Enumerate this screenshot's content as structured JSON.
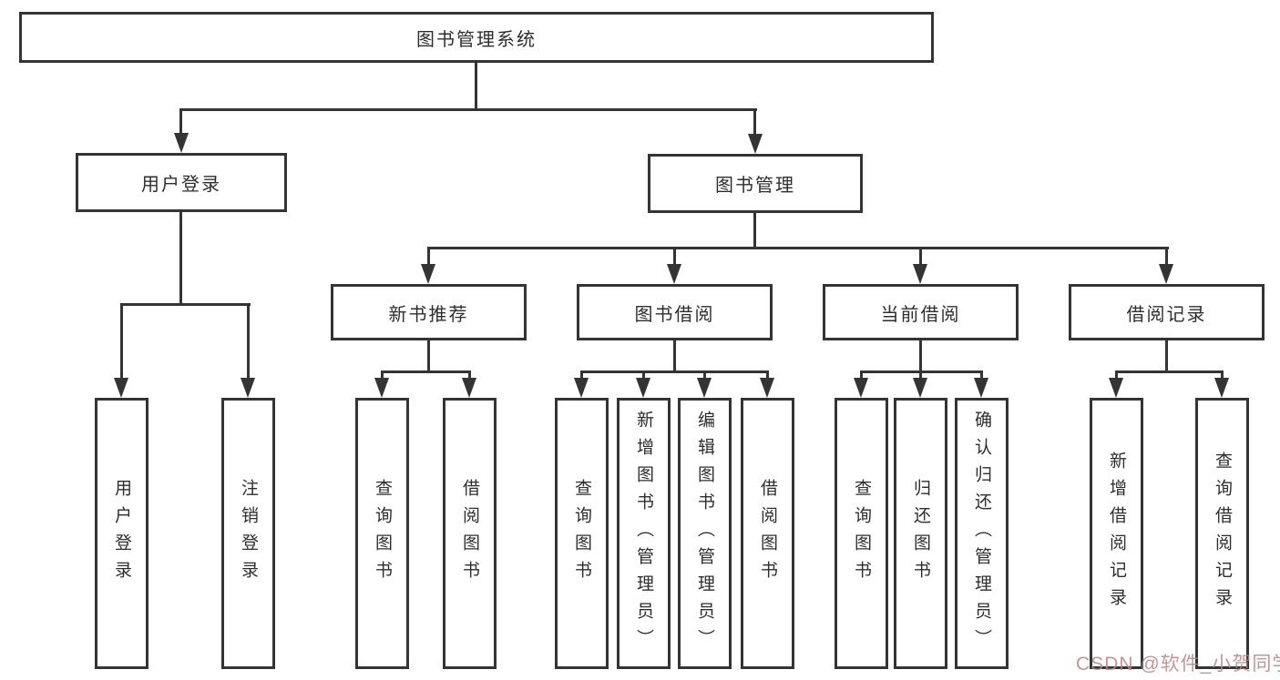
{
  "tree": {
    "root": {
      "label": "图书管理系统"
    },
    "branches": [
      {
        "label": "用户登录"
      },
      {
        "label": "图书管理"
      }
    ],
    "modules": [
      {
        "label": "新书推荐"
      },
      {
        "label": "图书借阅"
      },
      {
        "label": "当前借阅"
      },
      {
        "label": "借阅记录"
      }
    ],
    "leaves": [
      {
        "label": "用户登录"
      },
      {
        "label": "注销登录"
      },
      {
        "label": "查询图书"
      },
      {
        "label": "借阅图书"
      },
      {
        "label": "查询图书"
      },
      {
        "label": "新增图书（管理员）"
      },
      {
        "label": "编辑图书（管理员）"
      },
      {
        "label": "借阅图书"
      },
      {
        "label": "查询图书"
      },
      {
        "label": "归还图书"
      },
      {
        "label": "确认归还（管理员）"
      },
      {
        "label": "新增借阅记录"
      },
      {
        "label": "查询借阅记录"
      }
    ]
  },
  "watermark": {
    "text": "CSDN @软件_小贺同学",
    "color": "#b98383"
  },
  "colors": {
    "line": "#343434",
    "text": "#2e2e2e",
    "background": "#ffffff"
  }
}
